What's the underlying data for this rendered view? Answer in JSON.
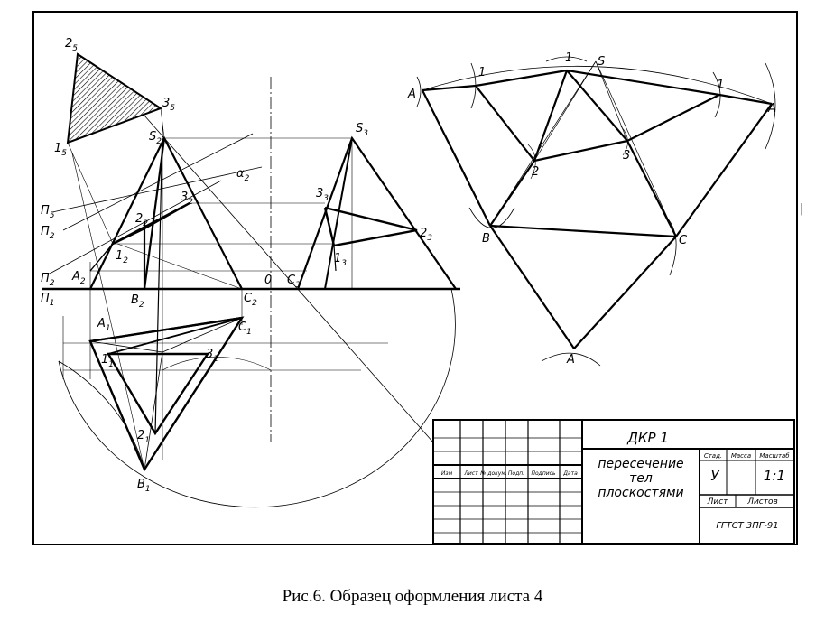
{
  "caption": "Рис.6. Образец оформления листа 4",
  "labels": {
    "p2_5": "2",
    "p2_5s": "5",
    "p3_5": "3",
    "p3_5s": "5",
    "p1_5": "1",
    "p1_5s": "5",
    "pi5": "П",
    "pi5s": "5",
    "pi2a": "П",
    "pi2as": "2",
    "pi2b": "П",
    "pi2bs": "2",
    "pi1": "П",
    "pi1s": "1",
    "alpha2": "α",
    "alpha2s": "2",
    "S2": "S",
    "S2s": "2",
    "S3": "S",
    "S3s": "3",
    "A2": "A",
    "A2s": "2",
    "B2": "B",
    "B2s": "2",
    "C2": "C",
    "C2s": "2",
    "C3": "C",
    "C3s": "3",
    "O": "0",
    "n1_2": "1",
    "n1_2s": "2",
    "n2_2": "2",
    "n2_2s": "2",
    "n3_2": "3",
    "n3_2s": "2",
    "n3_3": "3",
    "n3_3s": "3",
    "n2_3": "2",
    "n2_3s": "3",
    "n1_3": "1",
    "n1_3s": "3",
    "A1": "A",
    "A1s": "1",
    "B1": "B",
    "B1s": "1",
    "C1": "C",
    "C1s": "1",
    "n1_1": "1",
    "n1_1s": "1",
    "n2_1": "2",
    "n2_1s": "1",
    "n3_1": "3",
    "n3_1s": "1",
    "devA_left": "A",
    "devA_right": "A",
    "devA_bottom": "A",
    "dev1_a": "1",
    "dev1_b": "1",
    "dev1_c": "1",
    "devS": "S",
    "dev2": "2",
    "dev3": "3",
    "devB": "B",
    "devC": "C",
    "side_mark": "|"
  },
  "title_block": {
    "doc_code": "ДКР 1",
    "title_line1": "пересечение",
    "title_line2": "тел",
    "title_line3": "плоскостями",
    "col_lit": "Стад.",
    "col_mass": "Масса",
    "col_scale": "Масштаб",
    "lit_value": "У",
    "scale_value": "1:1",
    "sheet": "Лист",
    "sheets": "Листов",
    "org": "ГГТСТ 3ПГ-91",
    "row_headers": [
      "Изм",
      "Лист",
      "№ докум.",
      "Подп.",
      "Подпись",
      "Дата"
    ]
  }
}
